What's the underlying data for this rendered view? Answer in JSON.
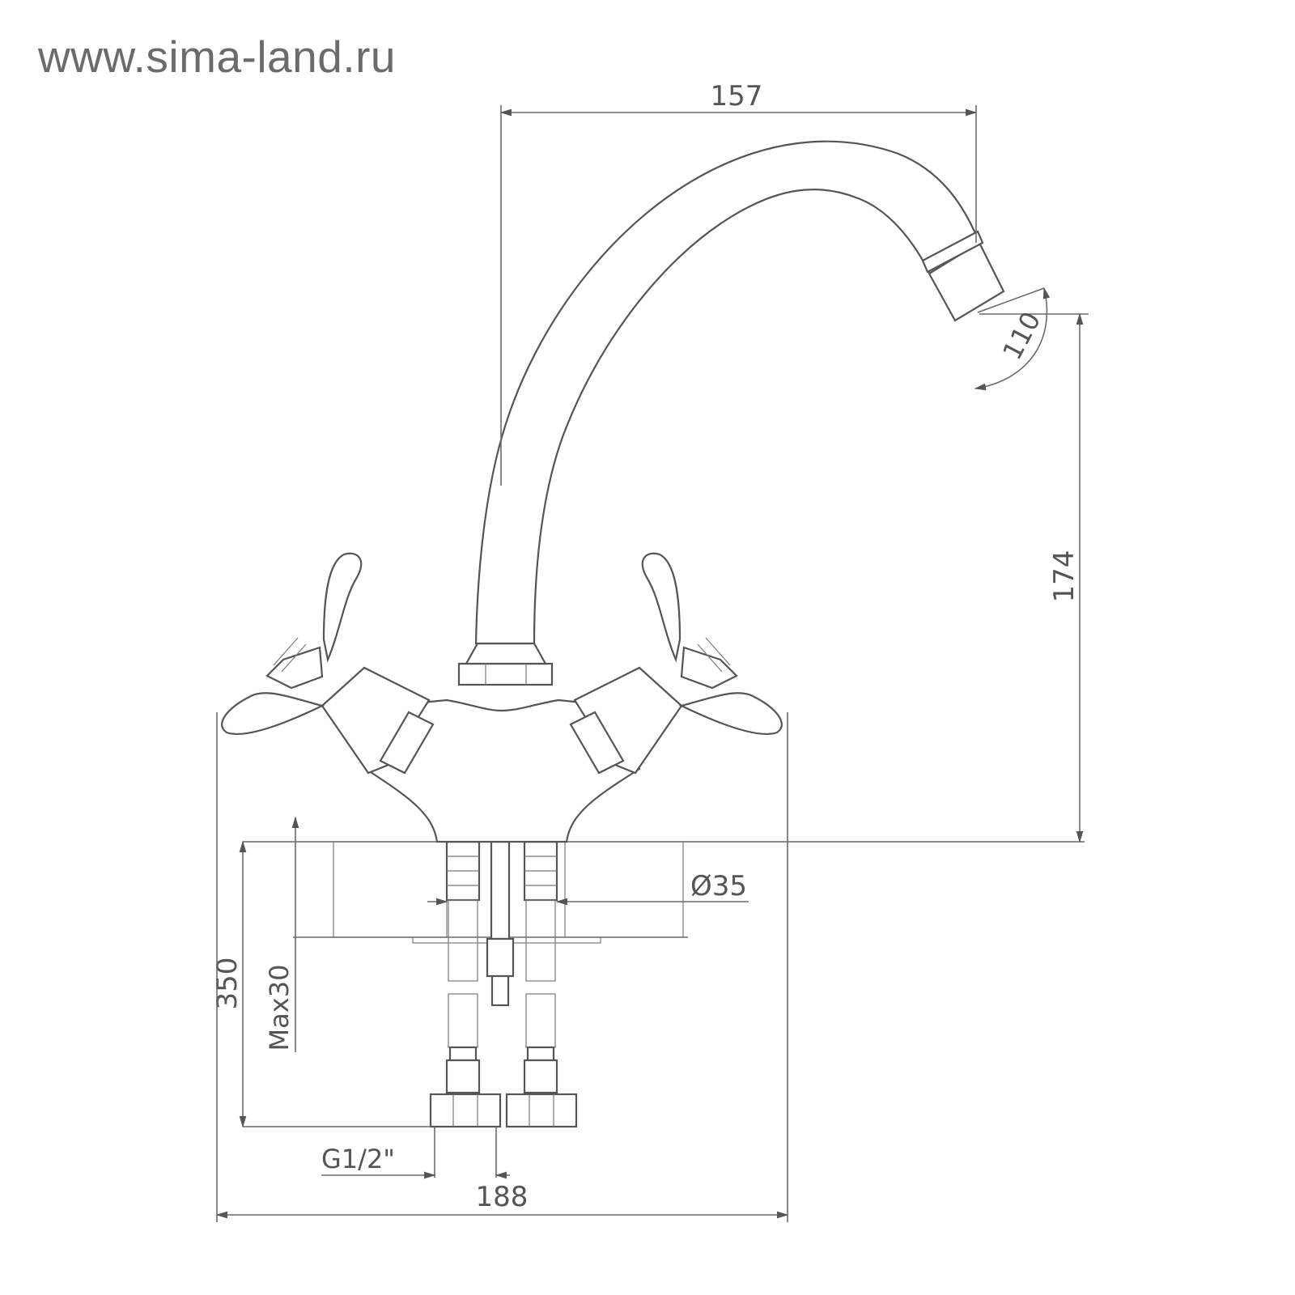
{
  "watermark": "www.sima-land.ru",
  "dimensions": {
    "spout_reach": "157",
    "spout_height": "174",
    "aerator_angle": "110",
    "hole_diameter": "Ø35",
    "total_height": "350",
    "max_thickness": "Max30",
    "thread": "G1/2\"",
    "total_width": "188"
  },
  "colors": {
    "line": "#555555",
    "hatch": "#8a8a8a",
    "text": "#555555",
    "background": "#ffffff"
  }
}
